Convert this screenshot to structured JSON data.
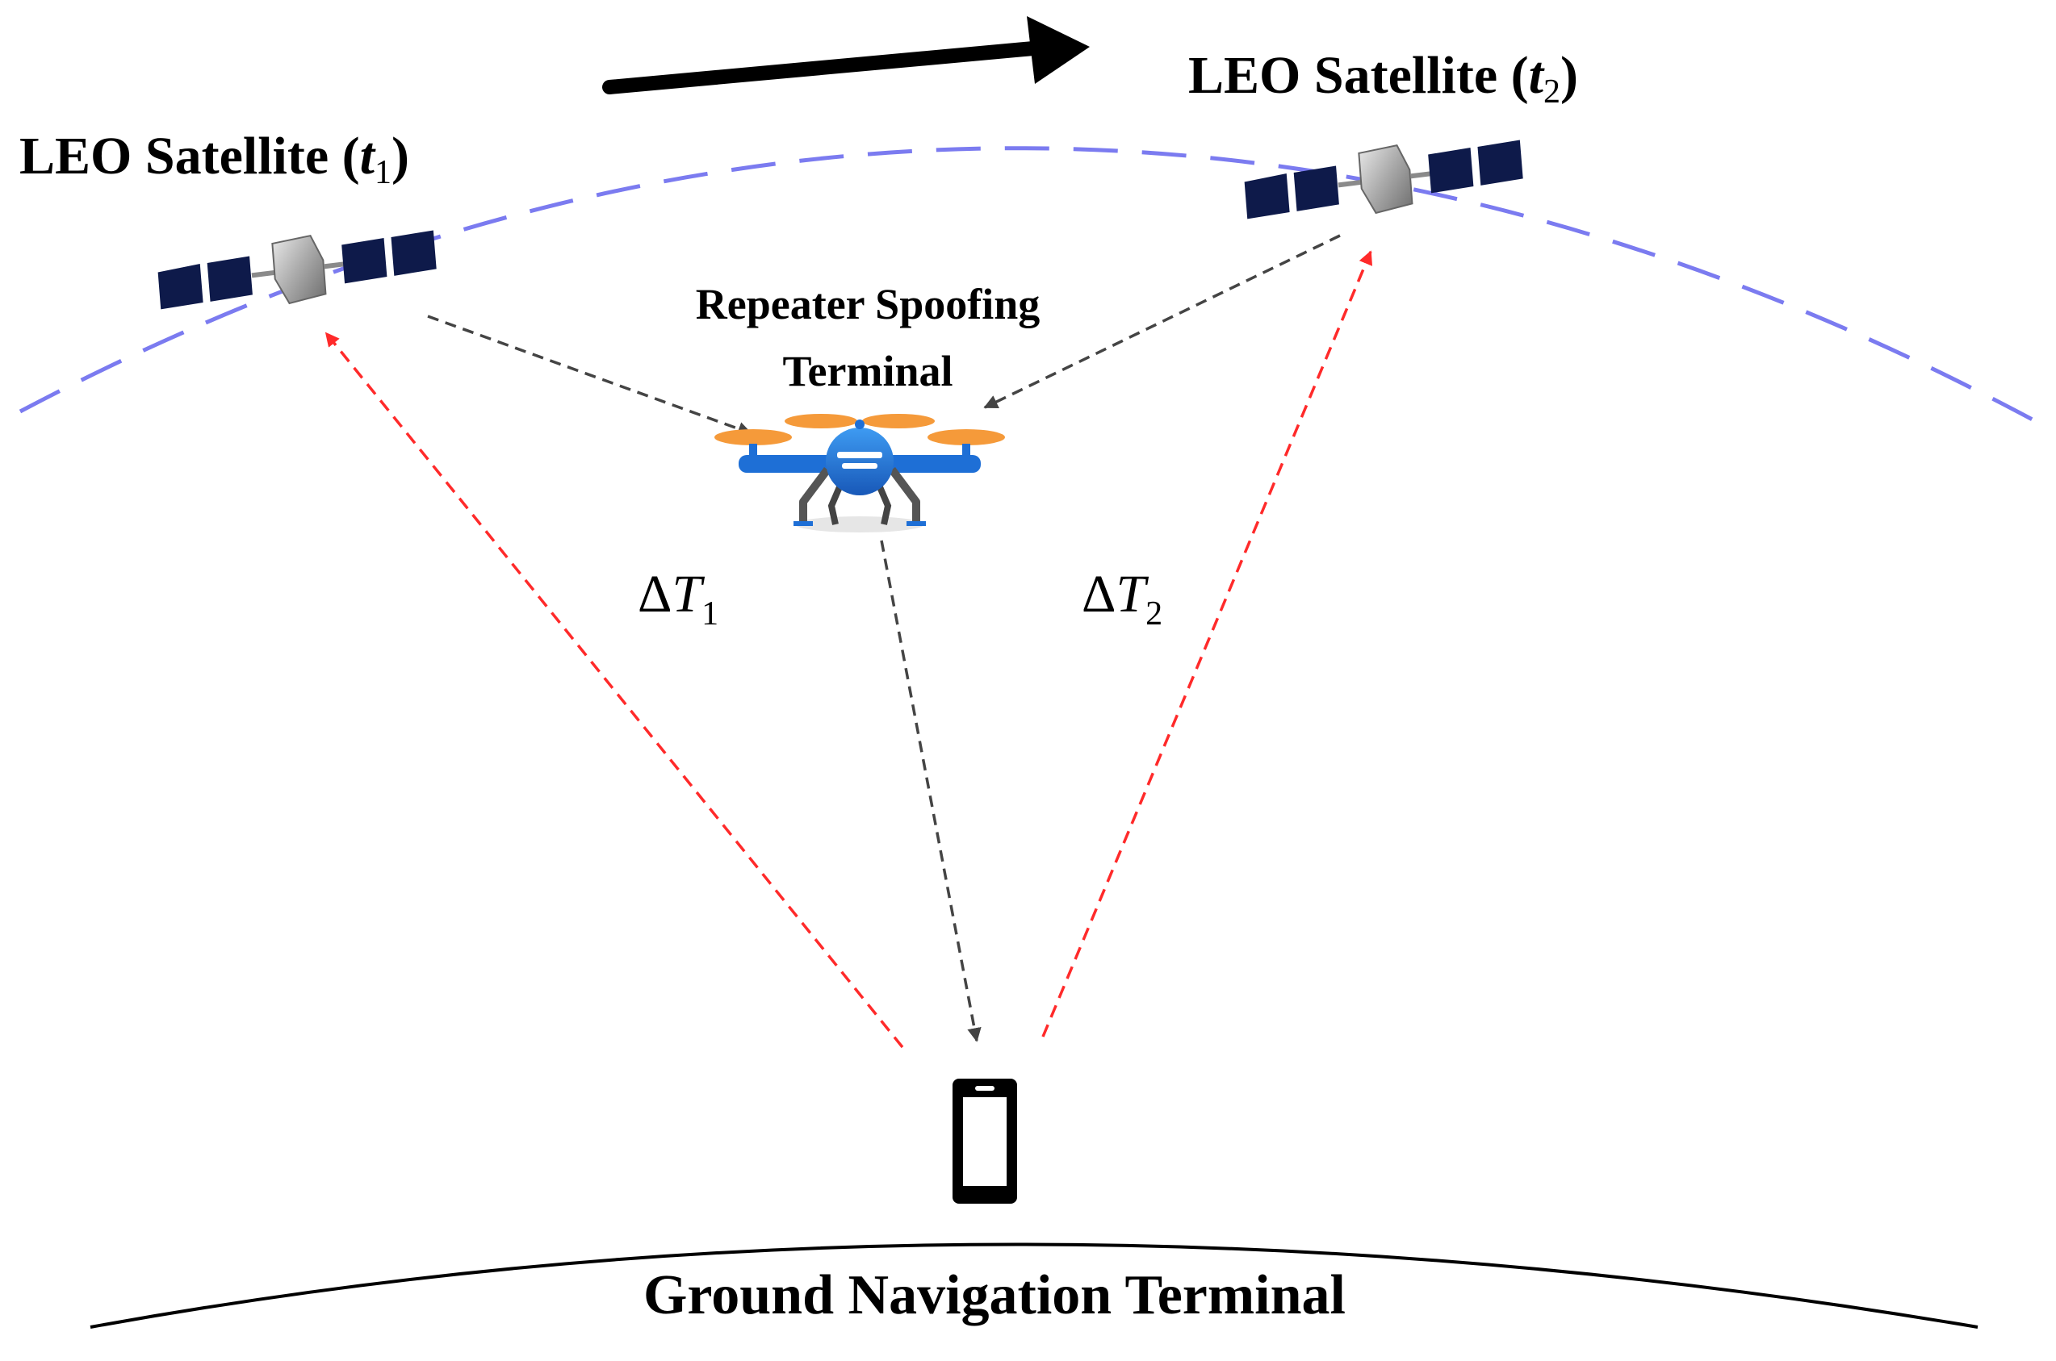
{
  "labels": {
    "sat1": {
      "text": "LEO Satellite (",
      "var": "t",
      "sub": "1",
      "close": ")"
    },
    "sat2": {
      "text": "LEO Satellite (",
      "var": "t",
      "sub": "2",
      "close": ")"
    },
    "spoofer_line1": "Repeater Spoofing",
    "spoofer_line2": "Terminal",
    "delta1": {
      "delta": "Δ",
      "var": "T",
      "sub": "1"
    },
    "delta2": {
      "delta": "Δ",
      "var": "T",
      "sub": "2"
    },
    "ground": "Ground Navigation Terminal"
  },
  "colors": {
    "orbit": "#7b7bf0",
    "true_signal": "#ff2a2a",
    "spoofed_signal": "#444444",
    "panel": "#0e1a4a",
    "drone_body": "#1e6fd6",
    "drone_rotor": "#f59a3a"
  },
  "icons": {
    "satellite": "satellite-icon",
    "drone": "drone-icon",
    "phone": "smartphone-icon",
    "motion": "arrow-right-icon"
  }
}
